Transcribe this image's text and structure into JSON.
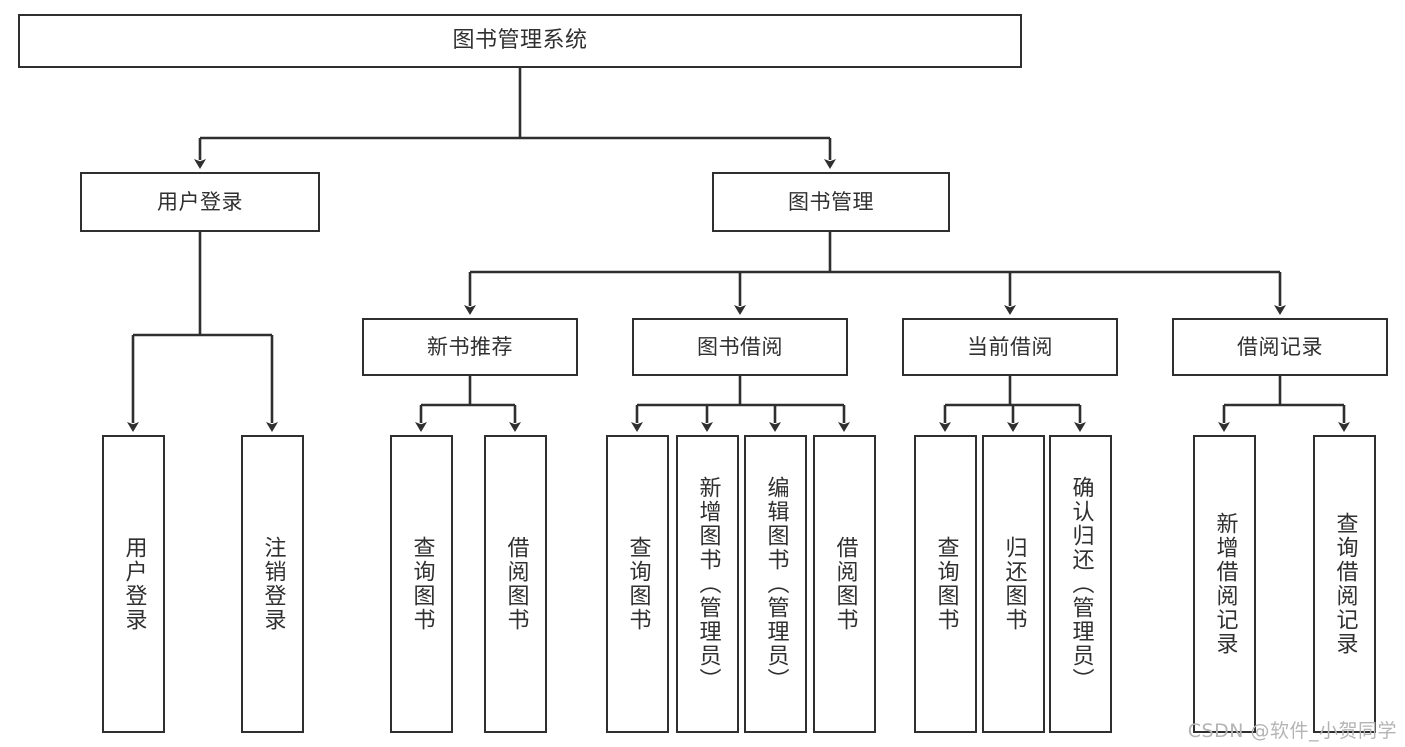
{
  "diagram": {
    "title": "图书管理系统",
    "type": "hierarchy-tree",
    "levels": 4,
    "watermark": "CSDN @软件_小贺同学",
    "colors": {
      "background": "#ffffff",
      "box_border": "#2f2f2f",
      "box_fill": "#ffffff",
      "text": "#303030",
      "edge": "#2f2f2f",
      "watermark": "#b4b4b4"
    }
  },
  "nodes": {
    "root": {
      "label": "图书管理系统"
    },
    "level2": [
      {
        "label": "用户登录"
      },
      {
        "label": "图书管理"
      }
    ],
    "level3": [
      {
        "label": "新书推荐"
      },
      {
        "label": "图书借阅"
      },
      {
        "label": "当前借阅"
      },
      {
        "label": "借阅记录"
      }
    ],
    "leaves": {
      "user_login": [
        {
          "label": "用户登录"
        },
        {
          "label": "注销登录"
        }
      ],
      "new_book_recommend": [
        {
          "label": "查询图书"
        },
        {
          "label": "借阅图书"
        }
      ],
      "book_borrow": [
        {
          "label": "查询图书"
        },
        {
          "label": "新增图书（管理员）"
        },
        {
          "label": "编辑图书（管理员）"
        },
        {
          "label": "借阅图书"
        }
      ],
      "current_borrow": [
        {
          "label": "查询图书"
        },
        {
          "label": "归还图书"
        },
        {
          "label": "确认归还（管理员）"
        }
      ],
      "borrow_record": [
        {
          "label": "新增借阅记录"
        },
        {
          "label": "查询借阅记录"
        }
      ]
    }
  }
}
